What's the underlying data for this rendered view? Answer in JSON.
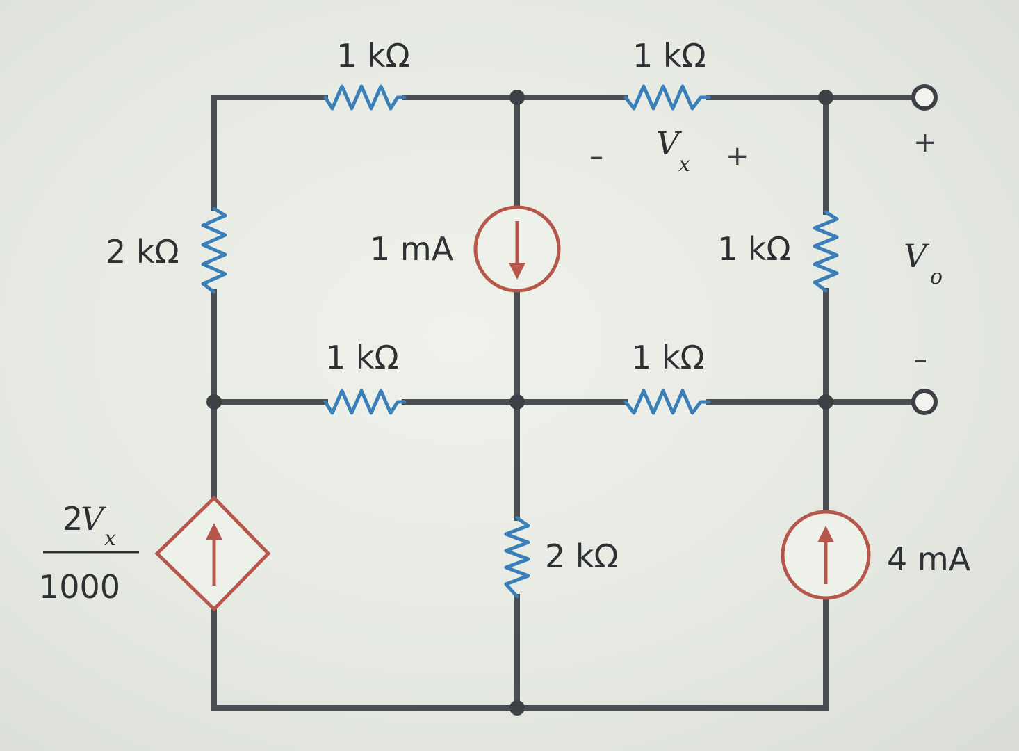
{
  "labels": {
    "r_top_left": "1 kΩ",
    "r_top_right": "1 kΩ",
    "r_left": "2 kΩ",
    "r_right_vertical": "1 kΩ",
    "r_mid_left": "1 kΩ",
    "r_mid_right": "1 kΩ",
    "r_bottom_middle": "2 kΩ",
    "src_center": "1 mA",
    "src_right": "4 mA"
  },
  "dependent_source": {
    "numerator_coef": "2",
    "numerator_var": "V",
    "numerator_sub": "x",
    "denominator": "1000"
  },
  "vx": {
    "minus": "–",
    "var": "V",
    "sub": "x",
    "plus": "+"
  },
  "vo": {
    "plus": "+",
    "var": "V",
    "sub": "o",
    "minus": "–"
  },
  "colors": {
    "wire": "#4a4d52",
    "resistor": "#3a7fb8",
    "source": "#b5574a"
  }
}
